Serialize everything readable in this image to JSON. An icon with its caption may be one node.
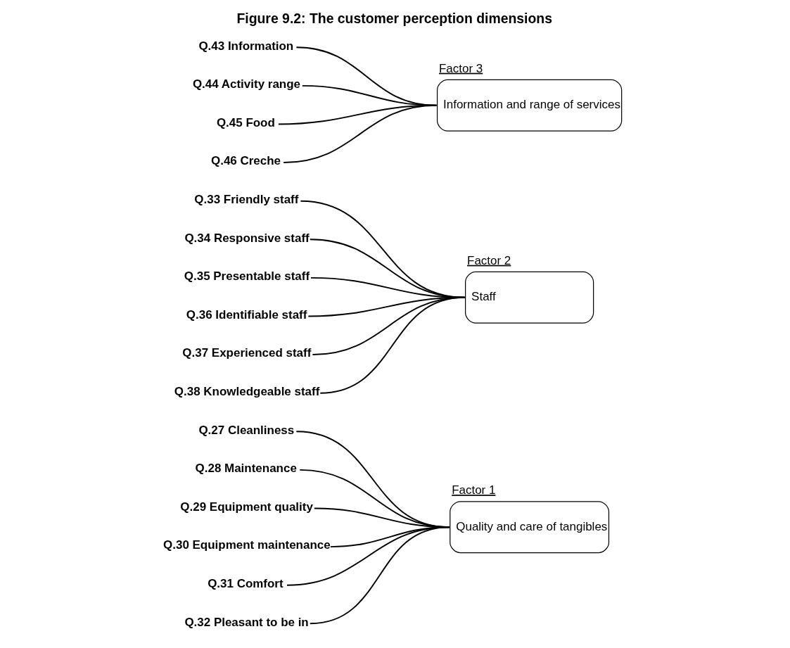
{
  "diagram": {
    "title": "Figure 9.2: The customer perception dimensions",
    "nodes": [
      {
        "text": [
          "Q.27 Cleanliness"
        ]
      },
      {
        "text": [
          "Q.28 Maintenance"
        ]
      },
      {
        "text": [
          "Q.29 Equipment quality"
        ]
      },
      {
        "text": [
          "Q.30 Equipment maintenance"
        ]
      },
      {
        "text": [
          "Q.31 Comfort"
        ]
      },
      {
        "text": [
          "Q.32 Pleasant to be in"
        ]
      },
      {
        "text": [
          "Factor 1",
          "Quality and care of tangibles"
        ]
      },
      {
        "text": [
          "Q.33 Friendly staff"
        ]
      },
      {
        "text": [
          "Q.34 Responsive staff"
        ]
      },
      {
        "text": [
          "Q.35 Presentable staff"
        ]
      },
      {
        "text": [
          "Q.36 Identifiable staff"
        ]
      },
      {
        "text": [
          "Q.37 Experienced staff"
        ]
      },
      {
        "text": [
          "Q.38 Knowledgeable staff"
        ]
      },
      {
        "text": [
          "Factor 2",
          "Staff"
        ]
      },
      {
        "text": [
          "Q.43 Information"
        ]
      },
      {
        "text": [
          "Q.44 Activity range"
        ]
      },
      {
        "text": [
          "Q.45 Food"
        ]
      },
      {
        "text": [
          "Q.46 Creche"
        ]
      },
      {
        "text": [
          "Factor 3",
          "Information and range of services"
        ]
      }
    ],
    "edges": [
      {
        "from": 0,
        "to": 6,
        "arrow": "none"
      },
      {
        "from": 1,
        "to": 6,
        "arrow": "none"
      },
      {
        "from": 2,
        "to": 6,
        "arrow": "none"
      },
      {
        "from": 3,
        "to": 6,
        "arrow": "none"
      },
      {
        "from": 4,
        "to": 6,
        "arrow": "none"
      },
      {
        "from": 5,
        "to": 6,
        "arrow": "none"
      },
      {
        "from": 7,
        "to": 13,
        "arrow": "none"
      },
      {
        "from": 8,
        "to": 13,
        "arrow": "none"
      },
      {
        "from": 9,
        "to": 13,
        "arrow": "none"
      },
      {
        "from": 10,
        "to": 13,
        "arrow": "none"
      },
      {
        "from": 11,
        "to": 13,
        "arrow": "none"
      },
      {
        "from": 12,
        "to": 13,
        "arrow": "none"
      },
      {
        "from": 14,
        "to": 18,
        "arrow": "none"
      },
      {
        "from": 15,
        "to": 18,
        "arrow": "none"
      },
      {
        "from": 16,
        "to": 18,
        "arrow": "none"
      },
      {
        "from": 17,
        "to": 18,
        "arrow": "none"
      }
    ]
  }
}
